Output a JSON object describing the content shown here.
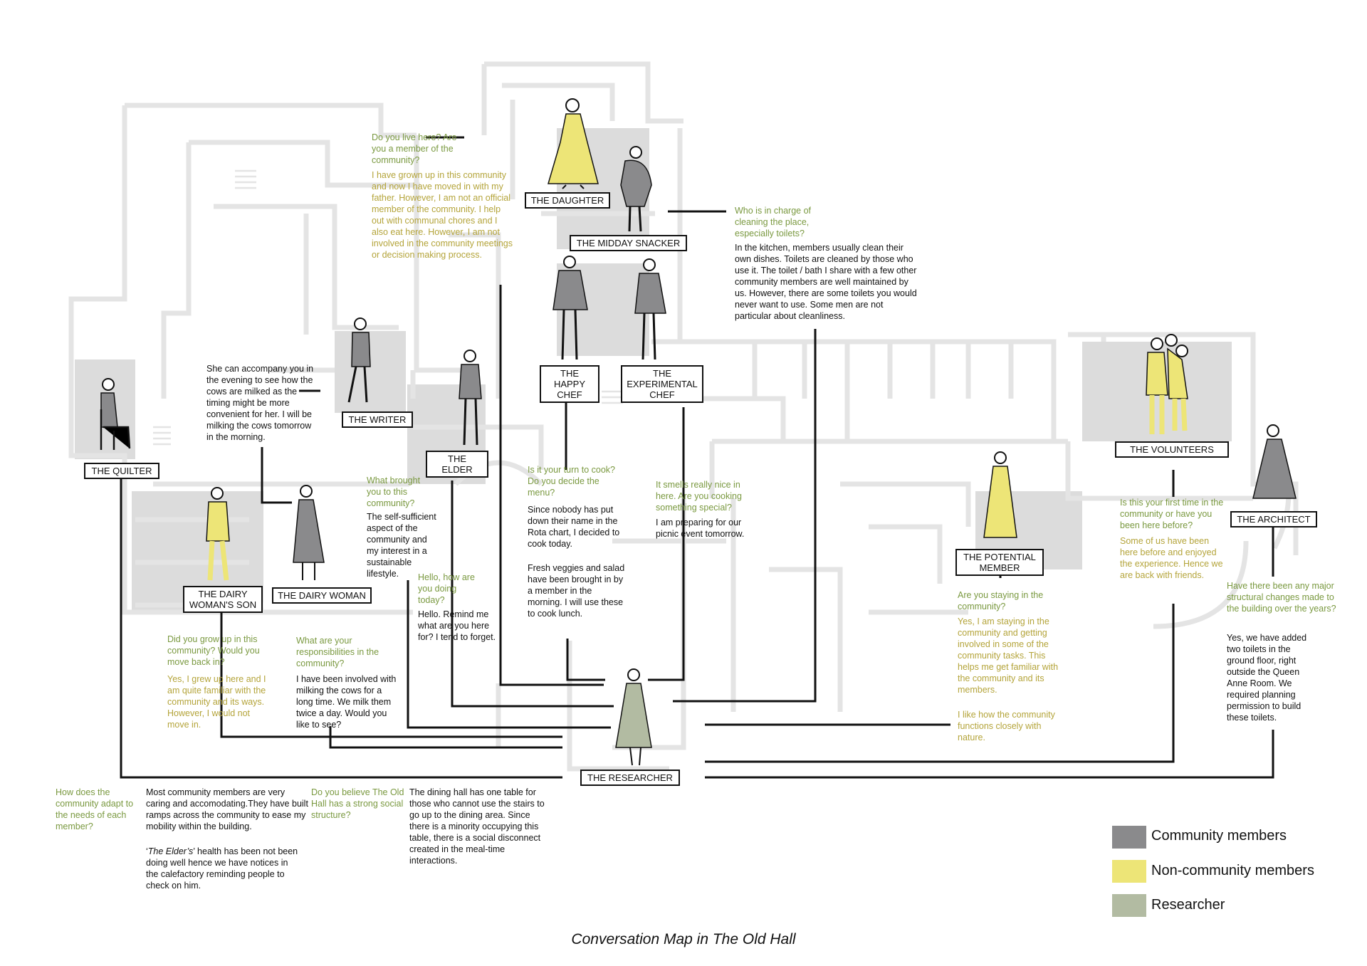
{
  "title": "Conversation Map in The Old Hall",
  "colors": {
    "community": "#8a8a8c",
    "non_community": "#ede577",
    "researcher": "#b2bba2",
    "question": "#7a9940",
    "non_community_answer": "#b4a43a"
  },
  "legend": [
    {
      "label": "Community members",
      "color": "#8a8a8c"
    },
    {
      "label": "Non-community members",
      "color": "#ede577"
    },
    {
      "label": "Researcher",
      "color": "#b2bba2"
    }
  ],
  "people": {
    "daughter": "THE DAUGHTER",
    "midday_snacker": "THE MIDDAY SNACKER",
    "happy_chef": "THE HAPPY CHEF",
    "experimental_chef": "THE EXPERIMENTAL CHEF",
    "writer": "THE WRITER",
    "elder": "THE ELDER",
    "quilter": "THE QUILTER",
    "dairy_son": "THE DAIRY WOMAN'S SON",
    "dairy_woman": "THE DAIRY WOMAN",
    "volunteers": "THE VOLUNTEERS",
    "architect": "THE ARCHITECT",
    "potential_member": "THE POTENTIAL MEMBER",
    "researcher": "THE RESEARCHER"
  },
  "dialogues": {
    "daughter_q": "Do you live here? Are you a member of the community?",
    "daughter_a": "I have grown up in this community and now I have moved in with my father. However, I am not an official member of the community. I help out with communal chores and I also eat here. However, I am not involved in the community meetings or decision making process.",
    "snacker_q": "Who is in charge of cleaning the place, especially toilets?",
    "snacker_a": "In the kitchen, members usually clean their own dishes. Toilets are cleaned by those who use it. The toilet / bath I share with a few other community members are well maintained by us. However, there are some toilets you would never want to use. Some men are not particular about cleanliness.",
    "quilter_note": "She can accompany you in the evening to see how the cows are milked as the timing might be more convenient for her. I will be milking the cows tomorrow in the morning.",
    "writer_q": "What brought you to this community?",
    "writer_a": "The self-sufficient aspect of the community and my interest in a sustainable lifestyle.",
    "elder_q": "Hello, how are you doing today?",
    "elder_a": "Hello. Remind me what are you here for? I tend to forget.",
    "happy_q": "Is it your turn to cook? Do you decide the menu?",
    "happy_a1": "Since nobody has put down their name in the Rota chart, I decided to cook today.",
    "happy_a2": "Fresh veggies and salad have been brought in by a member in the morning. I will use these to cook lunch.",
    "exp_q": "It smells really nice in here. Are you cooking something special?",
    "exp_a": "I am preparing for our picnic event tomorrow.",
    "son_q": "Did you grow up in this community? Would you move back in?",
    "son_a": "Yes, I grew up here and I am quite familiar with the community and its ways. However, I would not move in.",
    "dairy_q": "What are your responsibilities in the community?",
    "dairy_a": "I have been involved with milking the cows for a long time. We milk them twice a day. Would you like to see?",
    "potential_q": "Are you staying in the community?",
    "potential_a1": "Yes, I am staying in the community and getting involved in some of the community tasks. This helps me get familiar with the community and its members.",
    "potential_a2": "I like how the community functions closely with nature.",
    "volunteers_q": "Is this your first time in the community or have you been here before?",
    "volunteers_a": "Some of us have been here before and enjoyed the experience. Hence we are back with friends.",
    "architect_q": "Have there been any major structural changes made to the building over the years?",
    "architect_a": "Yes, we have added two toilets in the ground floor, right outside the Queen Anne Room. We required planning permission to build these toilets.",
    "quilter_q": "How does the community adapt to the needs of each member?",
    "quilter_a1": "Most community members are very caring and accomodating.They have built ramps across the community to ease  my mobility within the building.",
    "quilter_a2_open": "‘",
    "quilter_a2_em": "The Elder’s",
    "quilter_a2_rest": "’ health has been not been doing well  hence we have notices in the calefactory reminding people to check on him.",
    "social_q": "Do you believe The Old Hall has a strong social structure?",
    "social_a": "The dining hall has one table for those who cannot use the stairs to go up to the dining area. Since there is a minority occupying this table, there is a social disconnect created in the meal-time interactions."
  }
}
